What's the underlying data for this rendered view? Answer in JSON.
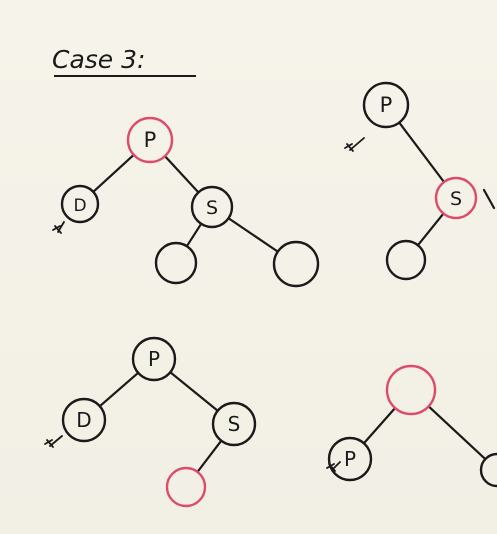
{
  "title": "Case 3:",
  "colors": {
    "black": "#1a1a1a",
    "red": "#e04a6a"
  },
  "trees": [
    {
      "nodes": [
        {
          "id": "p",
          "label": "P",
          "color": "red"
        },
        {
          "id": "d",
          "label": "D",
          "color": "black"
        },
        {
          "id": "s",
          "label": "S",
          "color": "black"
        },
        {
          "id": "sl",
          "label": "",
          "color": "black"
        },
        {
          "id": "sr",
          "label": "",
          "color": "black"
        }
      ],
      "edges": [
        [
          "p",
          "d"
        ],
        [
          "p",
          "s"
        ],
        [
          "s",
          "sl"
        ],
        [
          "s",
          "sr"
        ]
      ],
      "pointer_at": "d"
    },
    {
      "nodes": [
        {
          "id": "p",
          "label": "P",
          "color": "black"
        },
        {
          "id": "s",
          "label": "S",
          "color": "red"
        },
        {
          "id": "sl",
          "label": "",
          "color": "black"
        }
      ],
      "edges": [
        [
          "p",
          "s"
        ],
        [
          "s",
          "sl"
        ]
      ],
      "pointer_at": "p"
    },
    {
      "nodes": [
        {
          "id": "p",
          "label": "P",
          "color": "black"
        },
        {
          "id": "d",
          "label": "D",
          "color": "black"
        },
        {
          "id": "s",
          "label": "S",
          "color": "black"
        },
        {
          "id": "sl",
          "label": "",
          "color": "red"
        }
      ],
      "edges": [
        [
          "p",
          "d"
        ],
        [
          "p",
          "s"
        ],
        [
          "s",
          "sl"
        ]
      ],
      "pointer_at": "d"
    },
    {
      "nodes": [
        {
          "id": "top",
          "label": "",
          "color": "red"
        },
        {
          "id": "p",
          "label": "P",
          "color": "black"
        },
        {
          "id": "r",
          "label": "",
          "color": "black"
        }
      ],
      "edges": [
        [
          "top",
          "p"
        ],
        [
          "top",
          "r"
        ]
      ],
      "pointer_at": "p"
    }
  ]
}
